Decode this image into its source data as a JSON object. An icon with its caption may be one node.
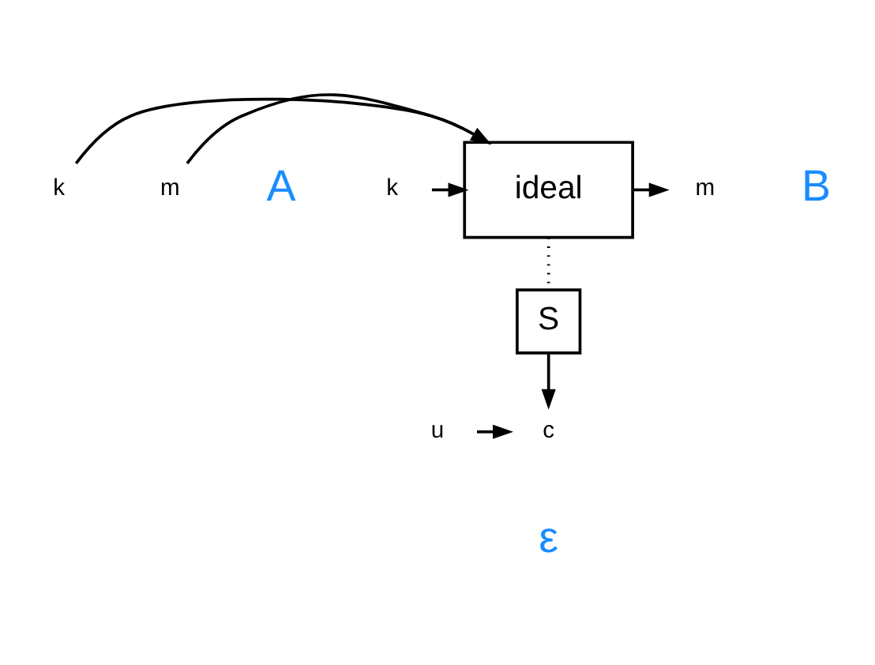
{
  "diagram": {
    "nodes": [
      {
        "text": [
          "k"
        ]
      },
      {
        "text": [
          "ideal"
        ]
      },
      {
        "text": [
          "k"
        ]
      },
      {
        "text": [
          "m"
        ]
      },
      {
        "text": [
          "m"
        ]
      },
      {
        "text": [
          "S"
        ]
      },
      {
        "text": [
          "c"
        ]
      },
      {
        "text": [
          "u"
        ]
      }
    ],
    "edges": [
      {
        "from": 0,
        "to": 1,
        "arrow": "to"
      },
      {
        "from": 3,
        "to": 1,
        "arrow": "to"
      },
      {
        "from": 2,
        "to": 1,
        "arrow": "to"
      },
      {
        "from": 1,
        "to": 4,
        "arrow": "to"
      },
      {
        "from": 1,
        "to": 5,
        "arrow": "none",
        "style": "dashed"
      },
      {
        "from": 5,
        "to": 6,
        "arrow": "to"
      },
      {
        "from": 7,
        "to": 6,
        "arrow": "to"
      }
    ],
    "labels": [
      "A",
      "B",
      "ε"
    ]
  }
}
